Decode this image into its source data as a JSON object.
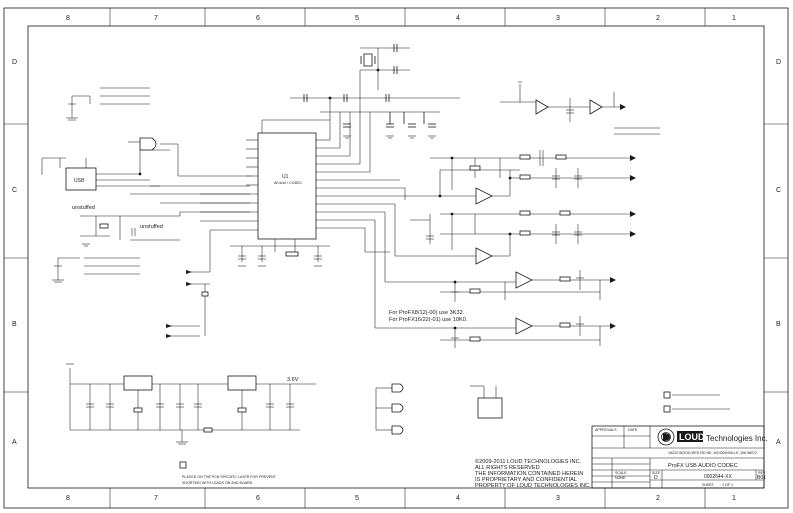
{
  "zones": {
    "columns": [
      "8",
      "7",
      "6",
      "5",
      "4",
      "3",
      "2",
      "1"
    ],
    "rows": [
      "D",
      "C",
      "B",
      "A"
    ]
  },
  "ic_labels": {
    "main_codec": "U1",
    "usb_connector": "USB",
    "main_codec_sub": "AK4xxx / CODEC"
  },
  "annotations": {
    "unstuffed_1": "unstuffed",
    "unstuffed_2": "unstuffed",
    "supply_3v6": "3.6V",
    "variant_note_1": "For ProFX8/12(-00) use 3K32.",
    "variant_note_2": "For ProFX16/22(-01) use 10K0."
  },
  "footnotes": {
    "line1": "PLACED ON THE PCB SPECIFIC LAYER FOR PREVENT",
    "line2": "SHORTING WITH LEADS ON 2ND BOARD"
  },
  "copyright": {
    "line1": "©2009-2011 LOUD TECHNOLOGIES INC.",
    "line2": "ALL RIGHTS RESERVED",
    "line3": "THE INFORMATION CONTAINED HEREIN",
    "line4": "IS PROPRIETARY AND CONFIDENTIAL",
    "line5": "PROPERTY OF LOUD TECHNOLOGIES INC."
  },
  "title_block": {
    "company": "Technologies Inc.",
    "logo_text": "LOUD",
    "address": "16220 WOOD-RED RD NE, WOODINVILLE, WA 98072",
    "title": "ProFX USB AUDIO CODEC",
    "doc_number": "0002644-XX",
    "size": "D",
    "rev": "B01",
    "approvals_label": "APPROVALS",
    "date_label": "DATE",
    "scale_label": "SCALE",
    "scale_value": "NONE",
    "size_label": "SIZE",
    "rev_label": "REV",
    "sheet_label": "SHEET",
    "sheet_value": "1 OF 1"
  },
  "colors": {
    "line": "#1a1a1a",
    "background": "#ffffff"
  }
}
